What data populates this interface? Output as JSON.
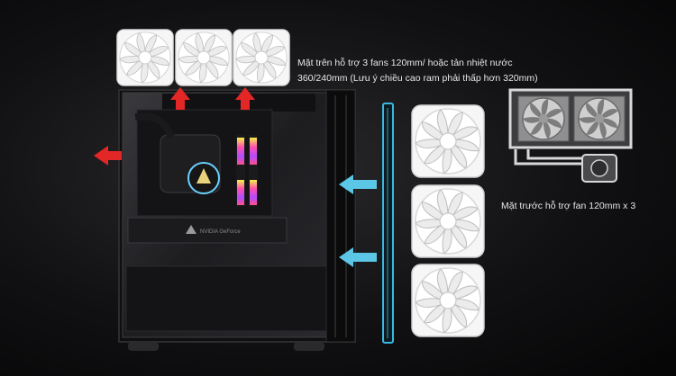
{
  "captions": {
    "top_line1": "Mặt trên hỗ trợ 3 fans 120mm/ hoặc tản nhiệt nước",
    "top_line2": "360/240mm  (Lưu ý chiều cao ram phải thấp hơn 320mm)",
    "front": "Mặt trước hỗ trợ fan 120mm x 3"
  },
  "gpu_label": "NVIDIA GeForce",
  "fans": {
    "top_count": 3,
    "front_count": 3,
    "radiator_fan_count": 2
  },
  "colors": {
    "exhaust_arrow": "#e32626",
    "intake_arrow": "#5cc6e6",
    "dust_filter_glow": "#39b8e0",
    "fan_frame": "#f4f4f4"
  },
  "icons": [
    "fan-icon",
    "exhaust-arrow-icon",
    "intake-arrow-icon",
    "radiator-icon",
    "cpu-pump-icon"
  ]
}
